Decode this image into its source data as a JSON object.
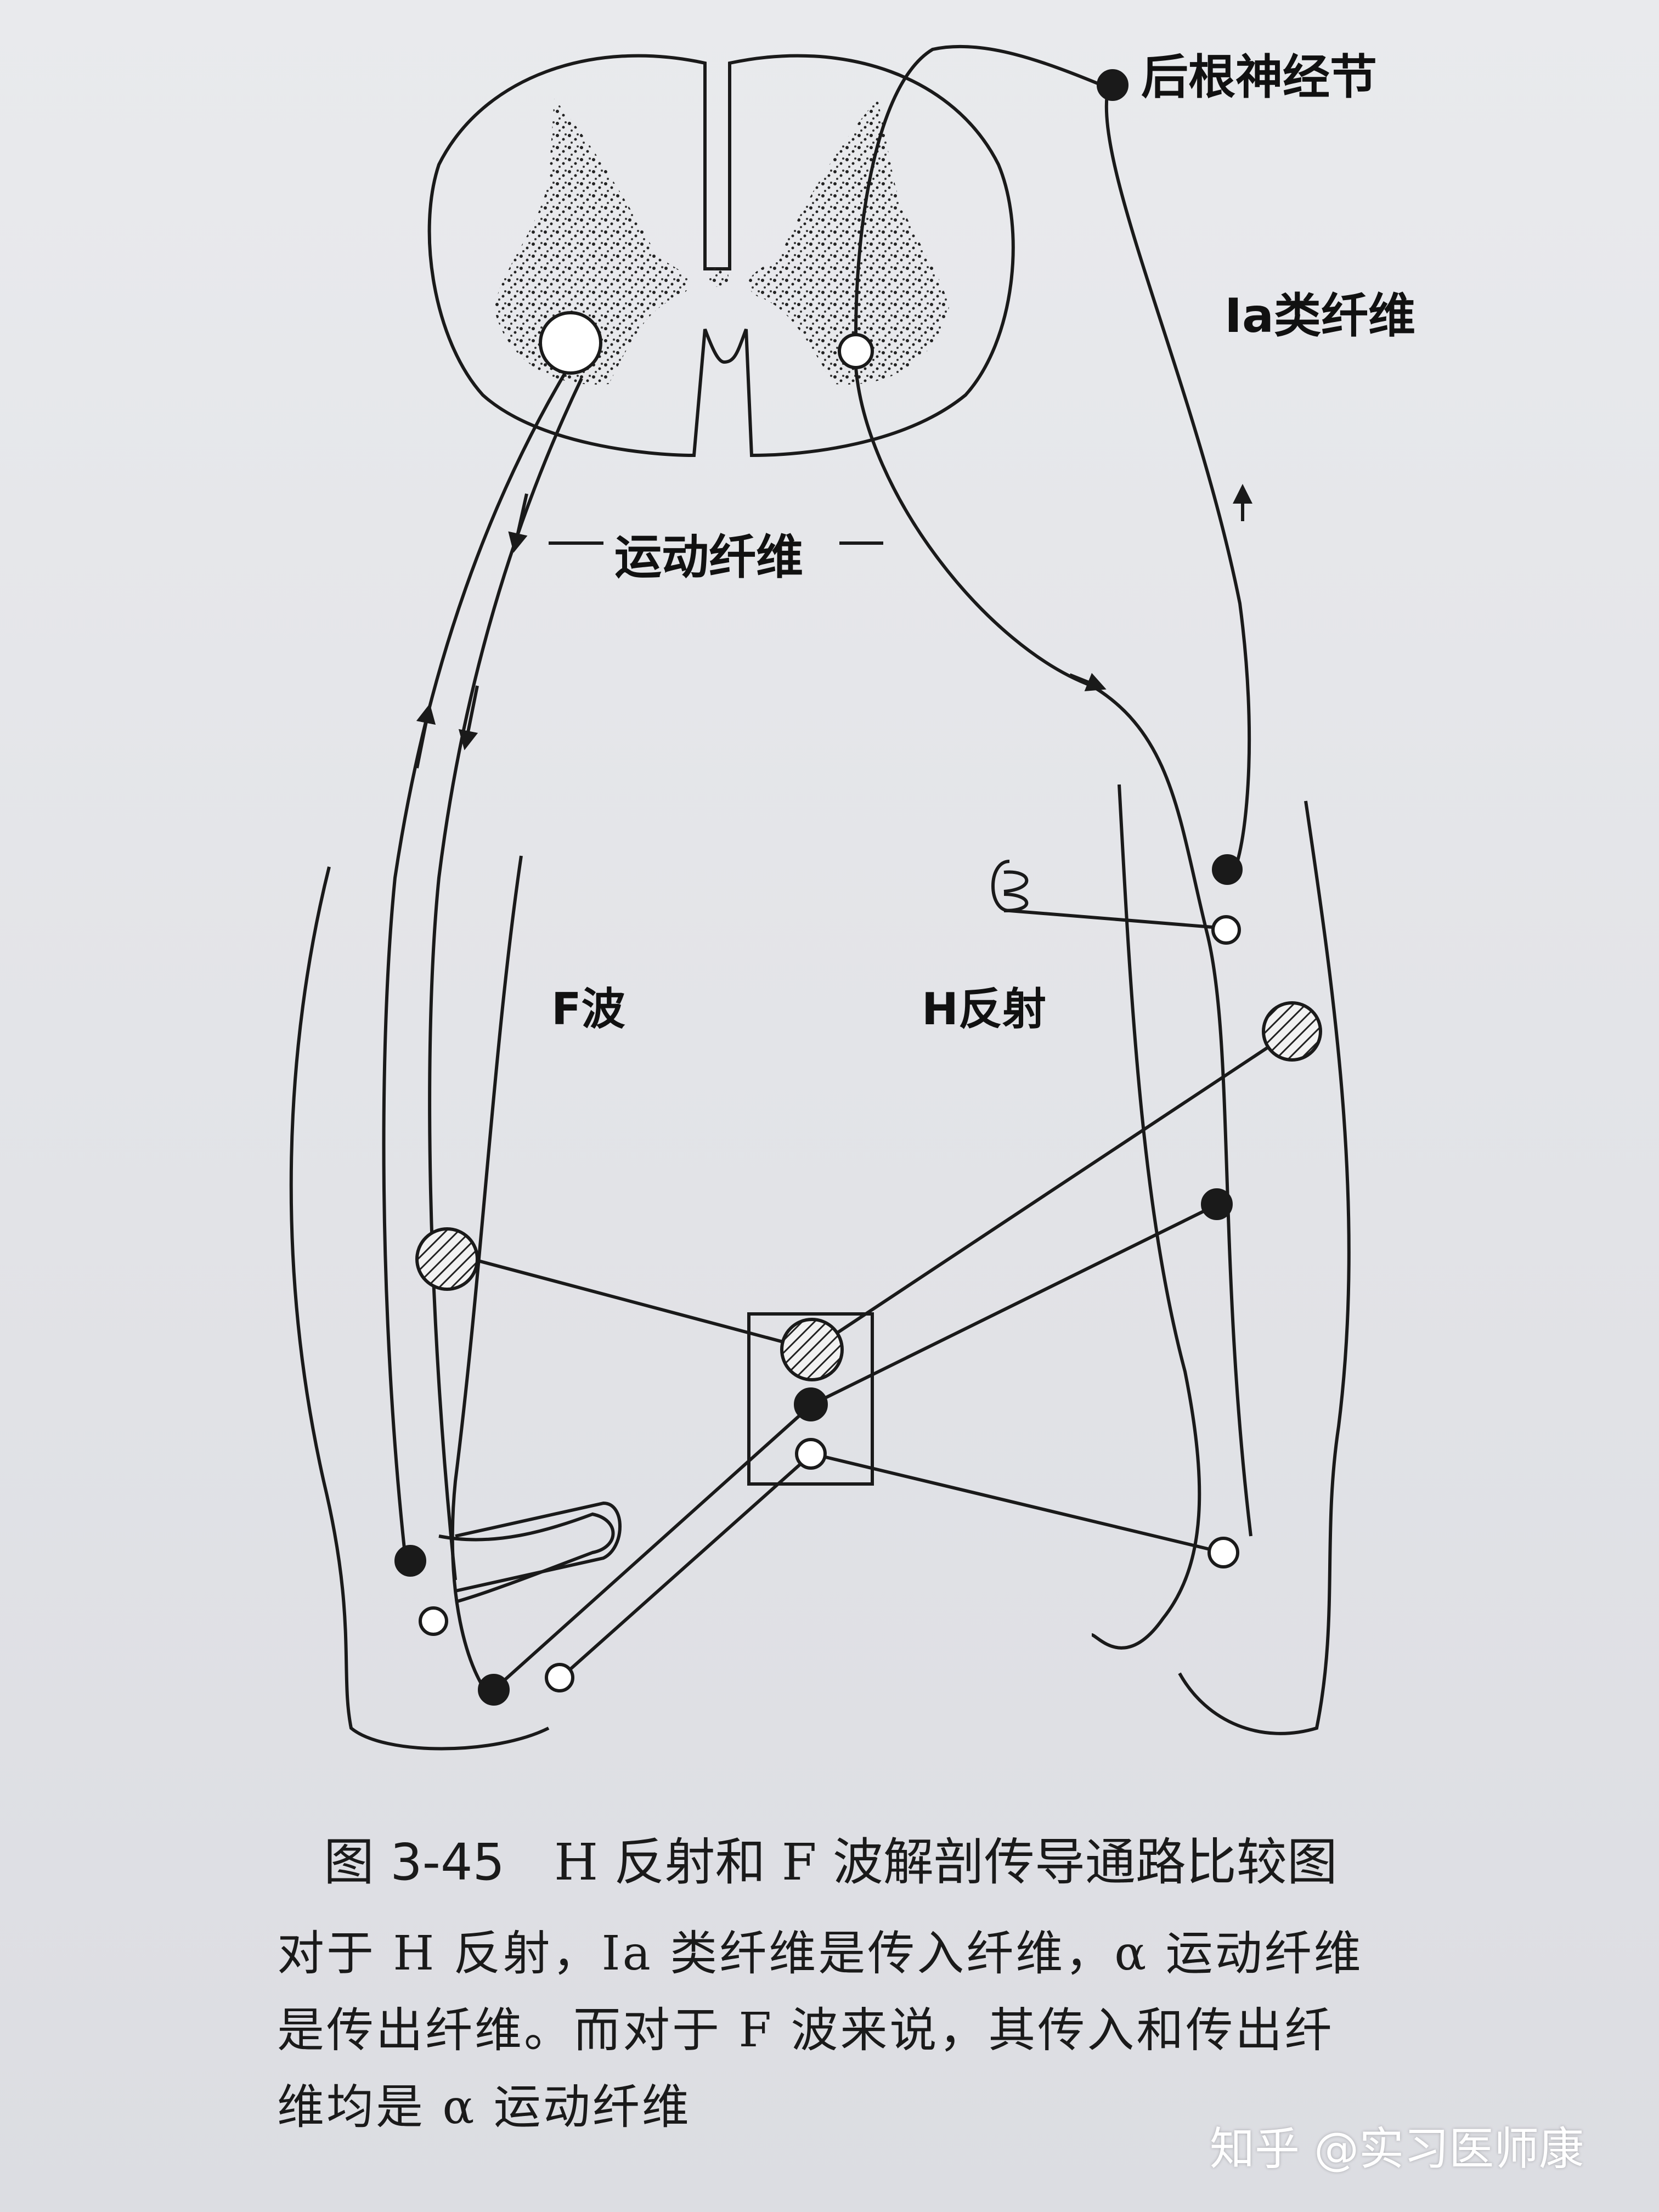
{
  "labels": {
    "drg": "后根神经节",
    "ia_fiber": "Ia类纤维",
    "motor_fiber": "运动纤维",
    "f_wave": "F波",
    "h_reflex": "H反射"
  },
  "figure": {
    "number": "图 3-45",
    "title": "H 反射和 F 波解剖传导通路比较图",
    "caption_lines": [
      "对于 H 反射，Ⅰa 类纤维是传入纤维，α 运动纤维",
      "是传出纤维。而对于 F 波来说，其传入和传出纤",
      "维均是 α 运动纤维"
    ]
  },
  "watermark": "知乎 @实习医师康",
  "colors": {
    "ink": "#1a1a1a",
    "paper": "#e4e5e8",
    "watermark": "#ffffff"
  }
}
